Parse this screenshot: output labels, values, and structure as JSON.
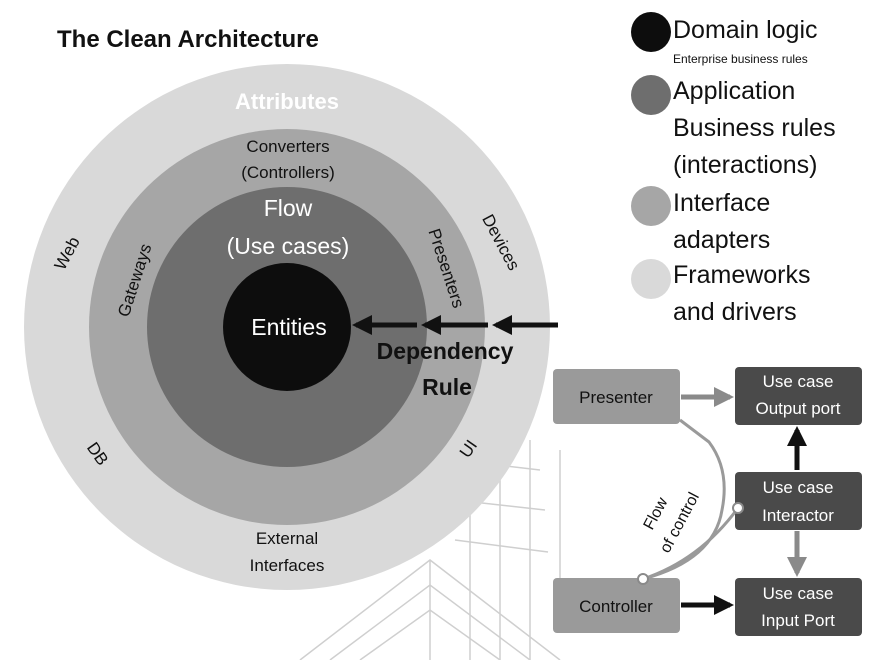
{
  "title": "The Clean Architecture",
  "legend": [
    {
      "label_lines": [
        "Domain logic"
      ],
      "sub": "Enterprise business rules",
      "color": "#0d0d0d"
    },
    {
      "label_lines": [
        "Application",
        "Business rules",
        "(interactions)"
      ],
      "color": "#6e6e6e"
    },
    {
      "label_lines": [
        "Interface",
        "adapters"
      ],
      "color": "#a6a6a6"
    },
    {
      "label_lines": [
        "Frameworks",
        "and drivers"
      ],
      "color": "#d9d9d9"
    }
  ],
  "rings": {
    "outer": {
      "title": "Attributes",
      "web": "Web",
      "devices": "Devices",
      "db": "DB",
      "ui": "UI",
      "bottom_lines": [
        "External",
        "Interfaces"
      ]
    },
    "adapters": {
      "top_lines": [
        "Converters",
        "(Controllers)"
      ],
      "gateways": "Gateways",
      "presenters": "Presenters"
    },
    "application": {
      "lines": [
        "Flow",
        "(Use cases)"
      ]
    },
    "entities": "Entities"
  },
  "dependency_rule": [
    "Dependency",
    "Rule"
  ],
  "flow": {
    "presenter": "Presenter",
    "controller": "Controller",
    "output_port": [
      "Use case",
      "Output port"
    ],
    "interactor": [
      "Use case",
      "Interactor"
    ],
    "input_port": [
      "Use case",
      "Input Port"
    ],
    "flow_of_control": [
      "Flow",
      "of control"
    ]
  },
  "colors": {
    "domain": "#0d0d0d",
    "application": "#6e6e6e",
    "adapters": "#a6a6a6",
    "frameworks": "#d9d9d9",
    "box_light": "#9a9a9a",
    "box_dark": "#4a4a4a"
  }
}
